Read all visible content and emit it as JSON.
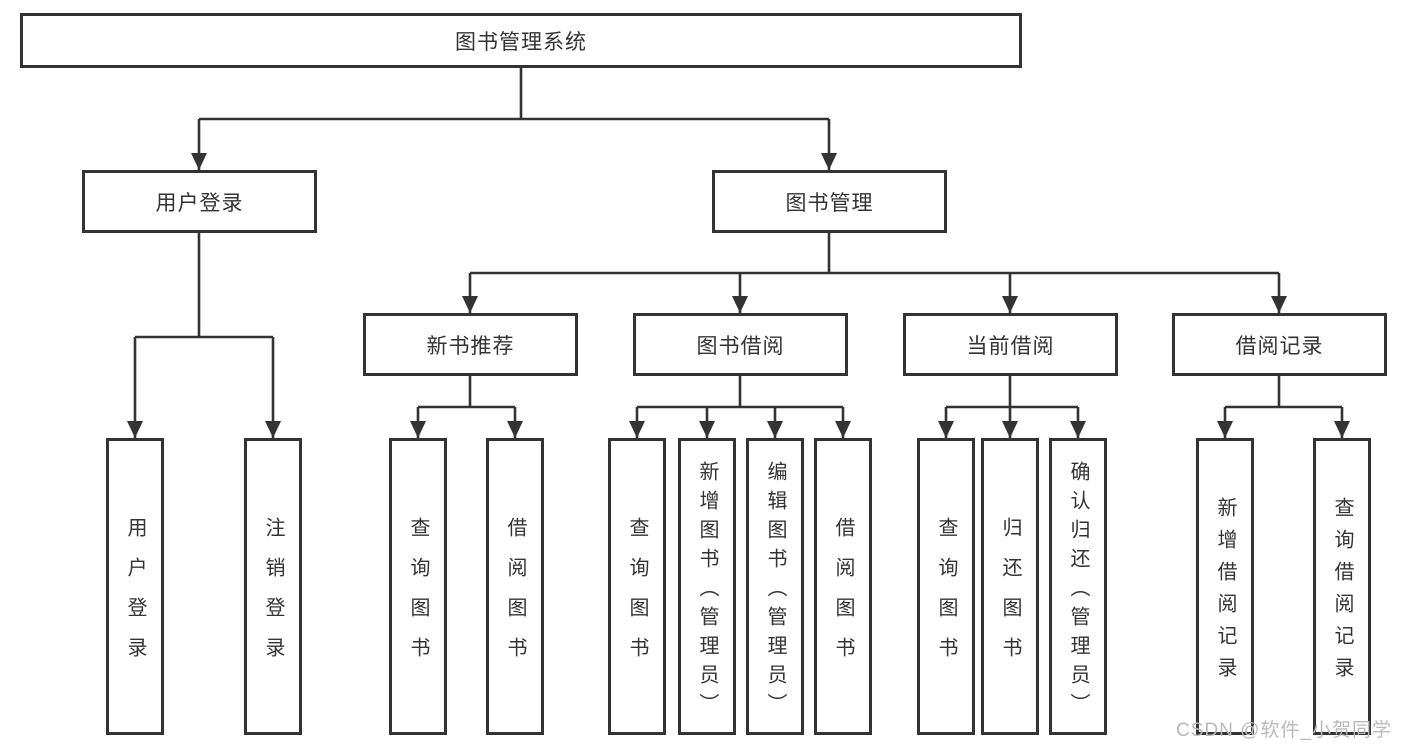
{
  "diagram": {
    "nodes": {
      "root": {
        "label": "图书管理系统"
      },
      "user_login": {
        "label": "用户登录"
      },
      "book_management": {
        "label": "图书管理"
      },
      "new_book_recommend": {
        "label": "新书推荐"
      },
      "book_borrowing": {
        "label": "图书借阅"
      },
      "current_borrowing": {
        "label": "当前借阅"
      },
      "borrowing_records": {
        "label": "借阅记录"
      },
      "leaves": [
        {
          "label": "用户登录"
        },
        {
          "label": "注销登录"
        },
        {
          "label": "查询图书"
        },
        {
          "label": "借阅图书"
        },
        {
          "label": "查询图书"
        },
        {
          "label": "新增图书（管理员）"
        },
        {
          "label": "编辑图书（管理员）"
        },
        {
          "label": "借阅图书"
        },
        {
          "label": "查询图书"
        },
        {
          "label": "归还图书"
        },
        {
          "label": "确认归还（管理员）"
        },
        {
          "label": "新增借阅记录"
        },
        {
          "label": "查询借阅记录"
        }
      ]
    }
  },
  "watermark": {
    "text": "CSDN @软件_小贺同学"
  },
  "colors": {
    "line": "#333333",
    "text": "#333333",
    "box_fill": "#ffffff",
    "watermark": "#b9b9b9",
    "bg": "#ffffff"
  }
}
